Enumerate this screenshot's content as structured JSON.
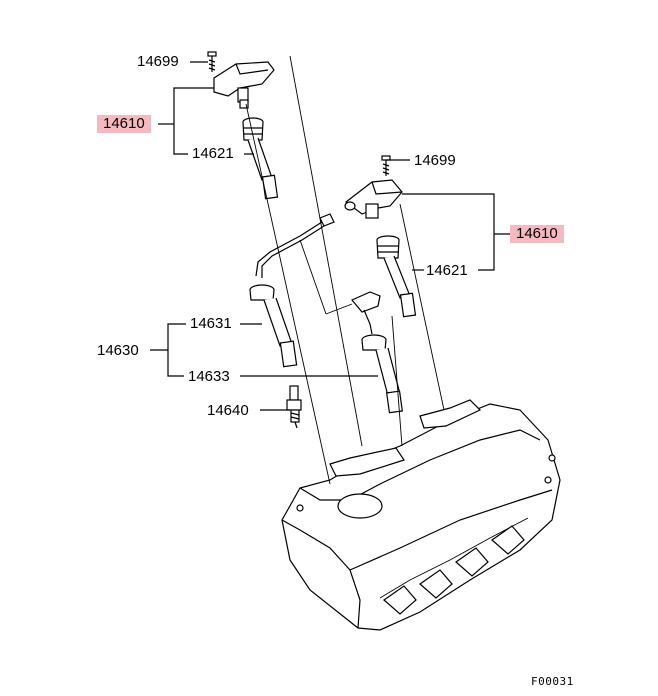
{
  "labels": {
    "bolt_top": "14699",
    "coil_left": "14610",
    "boot_left": "14621",
    "bolt_right": "14699",
    "coil_right": "14610",
    "boot_right": "14621",
    "wire_assy": "14630",
    "wire_upper": "14631",
    "wire_lower": "14633",
    "spark_plug": "14640"
  },
  "figure_code": "F00031",
  "colors": {
    "highlight": "#f6b9bf",
    "line": "#000000"
  }
}
